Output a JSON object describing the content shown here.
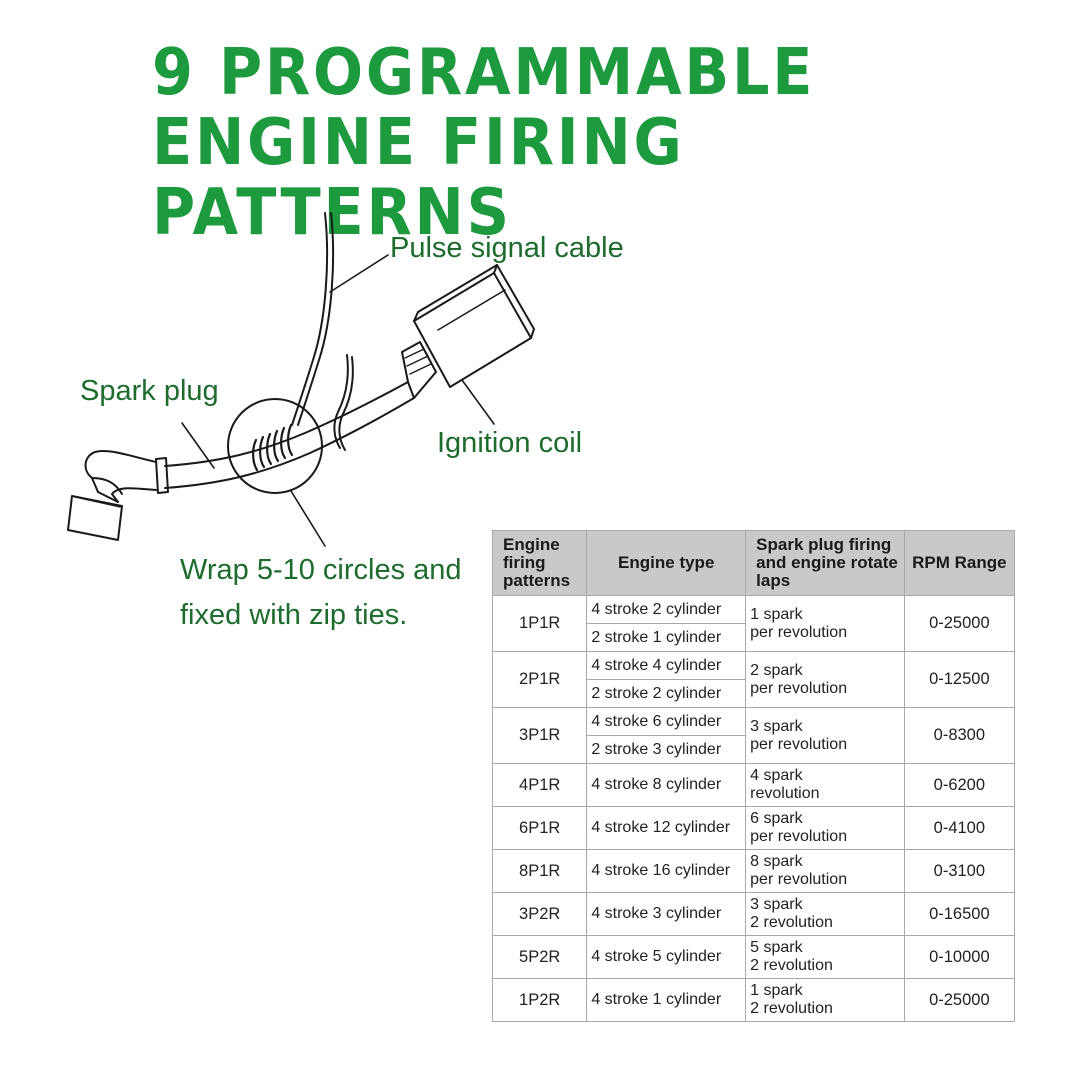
{
  "title": {
    "line1": "9 PROGRAMMABLE ENGINE FIRING",
    "line2": "PATTERNS"
  },
  "colors": {
    "title": "#1d9a3e",
    "label": "#1e6b2e",
    "table_header_bg": "#c9c9c9"
  },
  "diagram": {
    "pulse_signal_cable": "Pulse signal cable",
    "spark_plug": "Spark plug",
    "ignition_coil": "Ignition coil",
    "wrap_line1": "Wrap 5-10 circles and",
    "wrap_line2": "fixed with zip ties."
  },
  "table": {
    "headers": {
      "patterns": "Engine firing patterns",
      "type": "Engine type",
      "spark": "Spark plug firing and engine rotate laps",
      "rpm": "RPM Range"
    },
    "rows": [
      {
        "pattern": "1P1R",
        "types": [
          "4 stroke 2 cylinder",
          "2 stroke 1 cylinder"
        ],
        "spark1": "1 spark",
        "spark2": "per revolution",
        "rpm": "0-25000"
      },
      {
        "pattern": "2P1R",
        "types": [
          "4 stroke 4 cylinder",
          "2 stroke 2 cylinder"
        ],
        "spark1": "2 spark",
        "spark2": "per revolution",
        "rpm": "0-12500"
      },
      {
        "pattern": "3P1R",
        "types": [
          "4 stroke 6 cylinder",
          "2 stroke 3 cylinder"
        ],
        "spark1": "3 spark",
        "spark2": "per revolution",
        "rpm": "0-8300"
      },
      {
        "pattern": "4P1R",
        "types": [
          "4 stroke 8 cylinder"
        ],
        "spark1": "4 spark",
        "spark2": "revolution",
        "rpm": "0-6200"
      },
      {
        "pattern": "6P1R",
        "types": [
          "4 stroke 12 cylinder"
        ],
        "spark1": "6 spark",
        "spark2": "per revolution",
        "rpm": "0-4100"
      },
      {
        "pattern": "8P1R",
        "types": [
          "4 stroke 16 cylinder"
        ],
        "spark1": "8 spark",
        "spark2": "per revolution",
        "rpm": "0-3100"
      },
      {
        "pattern": "3P2R",
        "types": [
          "4 stroke 3 cylinder"
        ],
        "spark1": "3 spark",
        "spark2": "2 revolution",
        "rpm": "0-16500"
      },
      {
        "pattern": "5P2R",
        "types": [
          "4 stroke 5 cylinder"
        ],
        "spark1": "5 spark",
        "spark2": "2 revolution",
        "rpm": "0-10000"
      },
      {
        "pattern": "1P2R",
        "types": [
          "4 stroke 1 cylinder"
        ],
        "spark1": "1 spark",
        "spark2": "2 revolution",
        "rpm": "0-25000"
      }
    ]
  }
}
